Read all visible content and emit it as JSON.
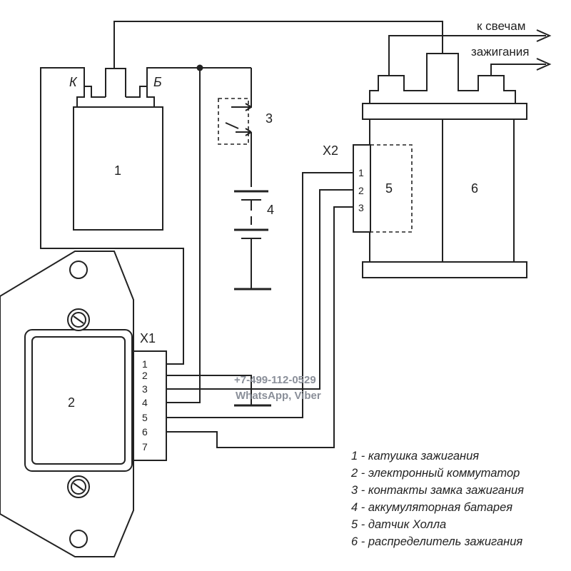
{
  "components": {
    "coil": {
      "number": "1",
      "terminal_k": "К",
      "terminal_b": "Б"
    },
    "switch": {
      "number": "2"
    },
    "ignition_contacts": {
      "number": "3"
    },
    "battery": {
      "number": "4"
    },
    "hall_sensor": {
      "number": "5"
    },
    "distributor": {
      "number": "6"
    }
  },
  "connectors": {
    "x1": {
      "label": "X1",
      "pins": [
        "1",
        "2",
        "3",
        "4",
        "5",
        "6",
        "7"
      ]
    },
    "x2": {
      "label": "X2",
      "pins": [
        "1",
        "2",
        "3"
      ]
    }
  },
  "outputs": {
    "line1": "к свечам",
    "line2": "зажигания"
  },
  "legend": [
    "1 - катушка зажигания",
    "2 - электронный коммутатор",
    "3 - контакты замка зажигания",
    "4 - аккумуляторная батарея",
    "5 - датчик Холла",
    "6 - распределитель зажигания"
  ],
  "watermark": {
    "phone": "+7-499-112-0529",
    "apps": "WhatsApp, Viber"
  }
}
